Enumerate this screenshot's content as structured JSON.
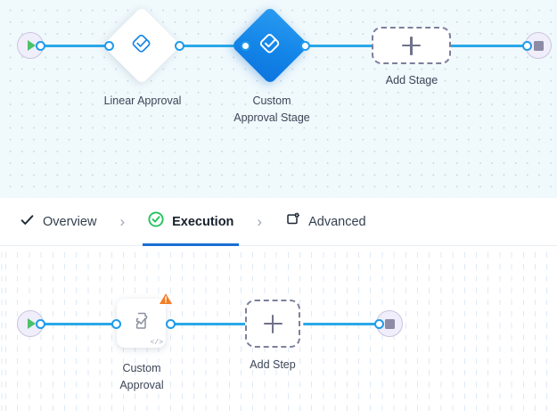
{
  "theme": {
    "edge_color": "#2aa8e8",
    "port_border": "#1f9bec",
    "accent_blue": "#1385e8",
    "active_tab_underline": "#1a6fd4",
    "success_green": "#22c35e",
    "warning_orange": "#f57c20",
    "stage_canvas_bg": "#f0f9fc",
    "step_canvas_bg": "#ffffff",
    "terminal_fill": "#f0eefb"
  },
  "stage_canvas": {
    "name": "stage-flow-canvas",
    "start_node": {
      "icon": "play-icon",
      "label": ""
    },
    "end_node": {
      "icon": "stop-icon",
      "label": ""
    },
    "nodes": [
      {
        "id": "linear-approval",
        "label": "Linear Approval",
        "icon": "approval-diamond-icon",
        "shape": "diamond",
        "selected": false
      },
      {
        "id": "custom-approval-stage",
        "label": "Custom\nApproval Stage",
        "icon": "approval-diamond-icon",
        "shape": "diamond",
        "selected": true
      }
    ],
    "add_button": {
      "label": "Add Stage",
      "icon": "plus-icon"
    }
  },
  "tabbar": {
    "name": "wizard-tabs",
    "separator": "›",
    "tabs": [
      {
        "id": "overview",
        "label": "Overview",
        "icon": "check-icon",
        "state": "complete",
        "active": false
      },
      {
        "id": "execution",
        "label": "Execution",
        "icon": "check-circle-icon",
        "state": "complete",
        "active": true
      },
      {
        "id": "advanced",
        "label": "Advanced",
        "icon": "settings-square-icon",
        "state": "default",
        "active": false
      }
    ]
  },
  "step_canvas": {
    "name": "step-flow-canvas",
    "start_node": {
      "icon": "play-icon",
      "label": ""
    },
    "end_node": {
      "icon": "stop-icon",
      "label": ""
    },
    "nodes": [
      {
        "id": "custom-approval",
        "label": "Custom\nApproval",
        "icon": "puzzle-check-icon",
        "badge_warning": "warning-triangle-icon",
        "badge_code": "</>"
      }
    ],
    "add_button": {
      "label": "Add Step",
      "icon": "plus-icon"
    }
  }
}
